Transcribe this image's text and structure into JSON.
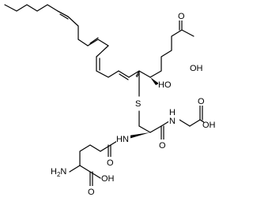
{
  "diagram": {
    "kind": "skeletal-structural-formula",
    "background": "#ffffff",
    "line_color": "#000000",
    "atom_labels": {
      "acid_top": "OH",
      "acid_top_o": "O",
      "hydroxyl": "HO",
      "sulfur": "S",
      "amide_nh_right": "N",
      "amide_nh_right_h": "H",
      "gly_acid_oh": "OH",
      "gly_acid_o": "O",
      "amide_o_right": "O",
      "amide_nh_left": "HN",
      "amide_o_left": "O",
      "amine": "H",
      "amine_sub": "2",
      "amine_n": "N",
      "glu_acid_oh": "OH",
      "glu_acid_o": "O"
    }
  }
}
